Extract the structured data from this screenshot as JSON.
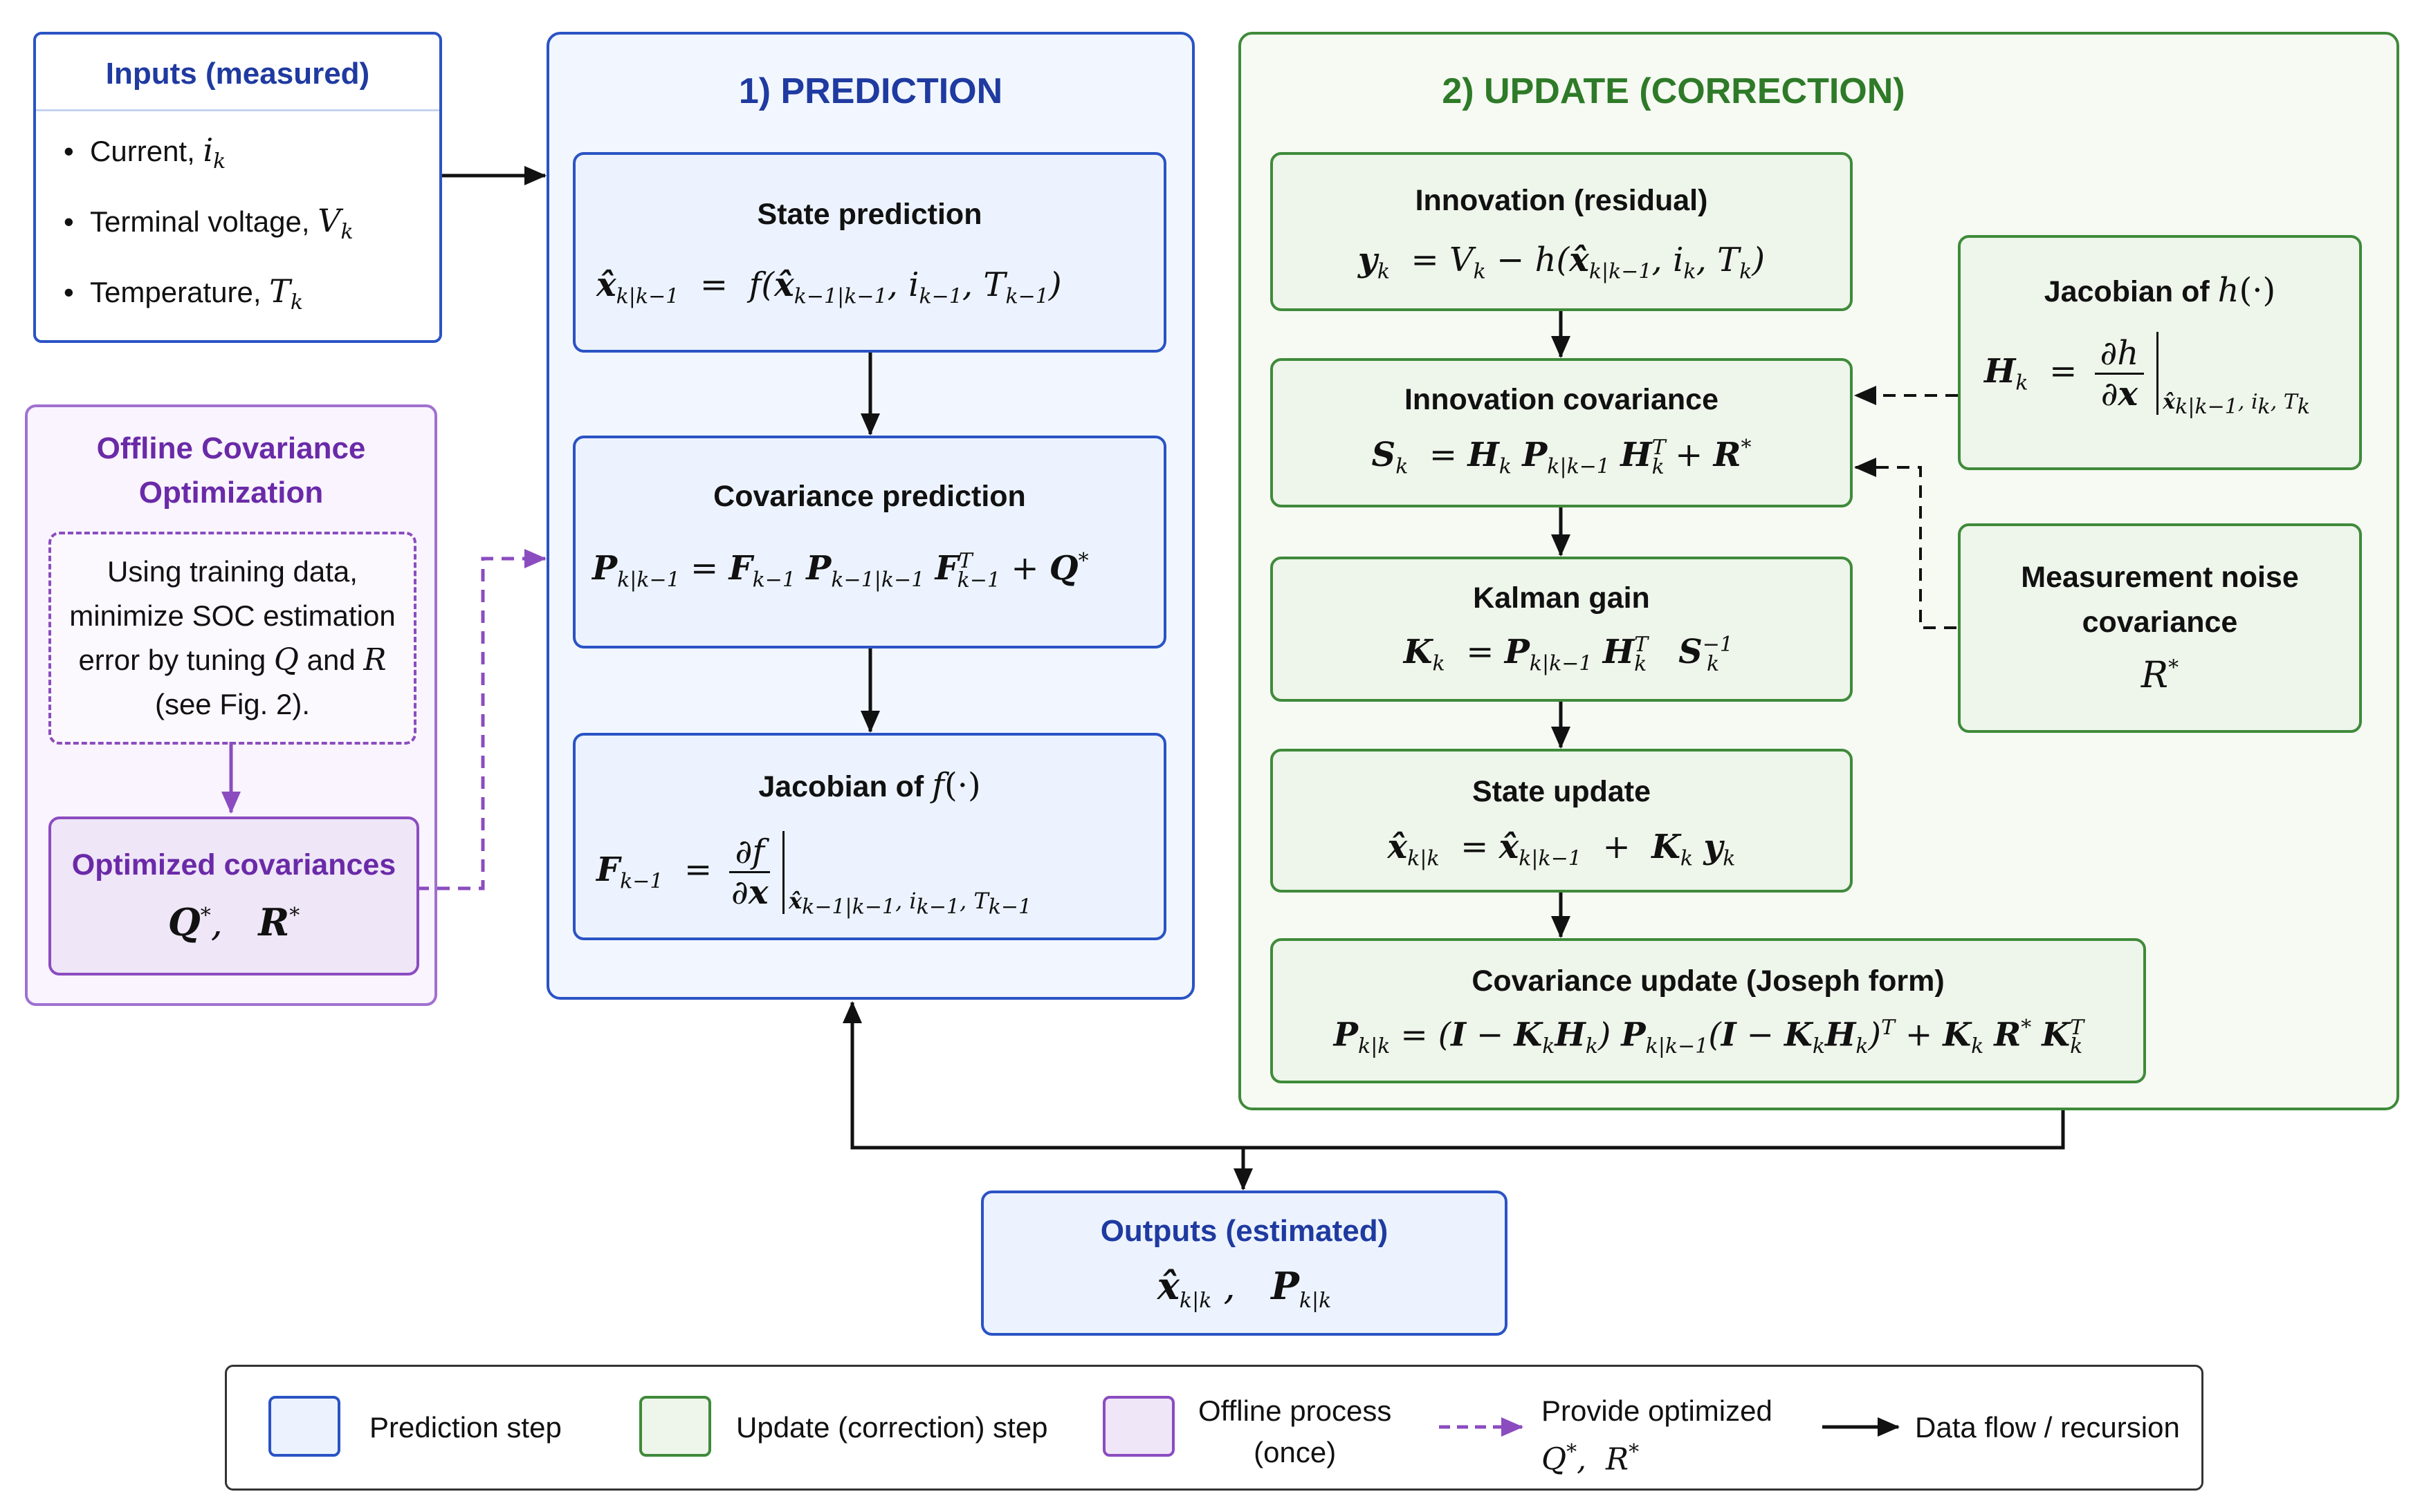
{
  "inputs": {
    "title": "Inputs (measured)",
    "items": [
      {
        "label": "Current,",
        "symbol": "i",
        "sub": "k"
      },
      {
        "label": "Terminal voltage,",
        "symbol": "V",
        "sub": "k"
      },
      {
        "label": "Temperature,",
        "symbol": "T",
        "sub": "k"
      }
    ]
  },
  "offline": {
    "title": "Offline Covariance Optimization",
    "note_line1": "Using training data,",
    "note_line2": "minimize SOC estimation",
    "note_line3_pre": "error by tuning",
    "note_line3_q": "Q",
    "note_line3_and": "and",
    "note_line3_r": "R",
    "note_line4": "(see Fig. 2).",
    "opt_title": "Optimized covariances",
    "opt_q": "Q",
    "opt_r": "R",
    "star": "*"
  },
  "prediction": {
    "title": "1) PREDICTION",
    "state_title": "State prediction",
    "cov_title": "Covariance prediction",
    "jac_title": "Jacobian of"
  },
  "update": {
    "title": "2) UPDATE (CORRECTION)",
    "innov_title": "Innovation (residual)",
    "innov_cov_title": "Innovation covariance",
    "gain_title": "Kalman gain",
    "state_update_title": "State update",
    "cov_update_title": "Covariance update (Joseph form)",
    "jac_h_title": "Jacobian of",
    "meas_noise_title_1": "Measurement noise",
    "meas_noise_title_2": "covariance"
  },
  "outputs": {
    "title": "Outputs (estimated)"
  },
  "legend": {
    "prediction": "Prediction step",
    "update": "Update (correction) step",
    "offline_1": "Offline process",
    "offline_2": "(once)",
    "provide": "Provide optimized",
    "dataflow": "Data flow / recursion"
  },
  "colors": {
    "prediction_border": "#2a53c4",
    "prediction_fill": "#ecf3fe",
    "update_border": "#3f8a3a",
    "update_fill": "#eef5ea",
    "offline_border": "#8b4cc0",
    "offline_fill": "#efe6f8",
    "title_blue": "#1f3aa0",
    "title_green": "#2e7a28",
    "title_purple": "#6a2aa8"
  }
}
